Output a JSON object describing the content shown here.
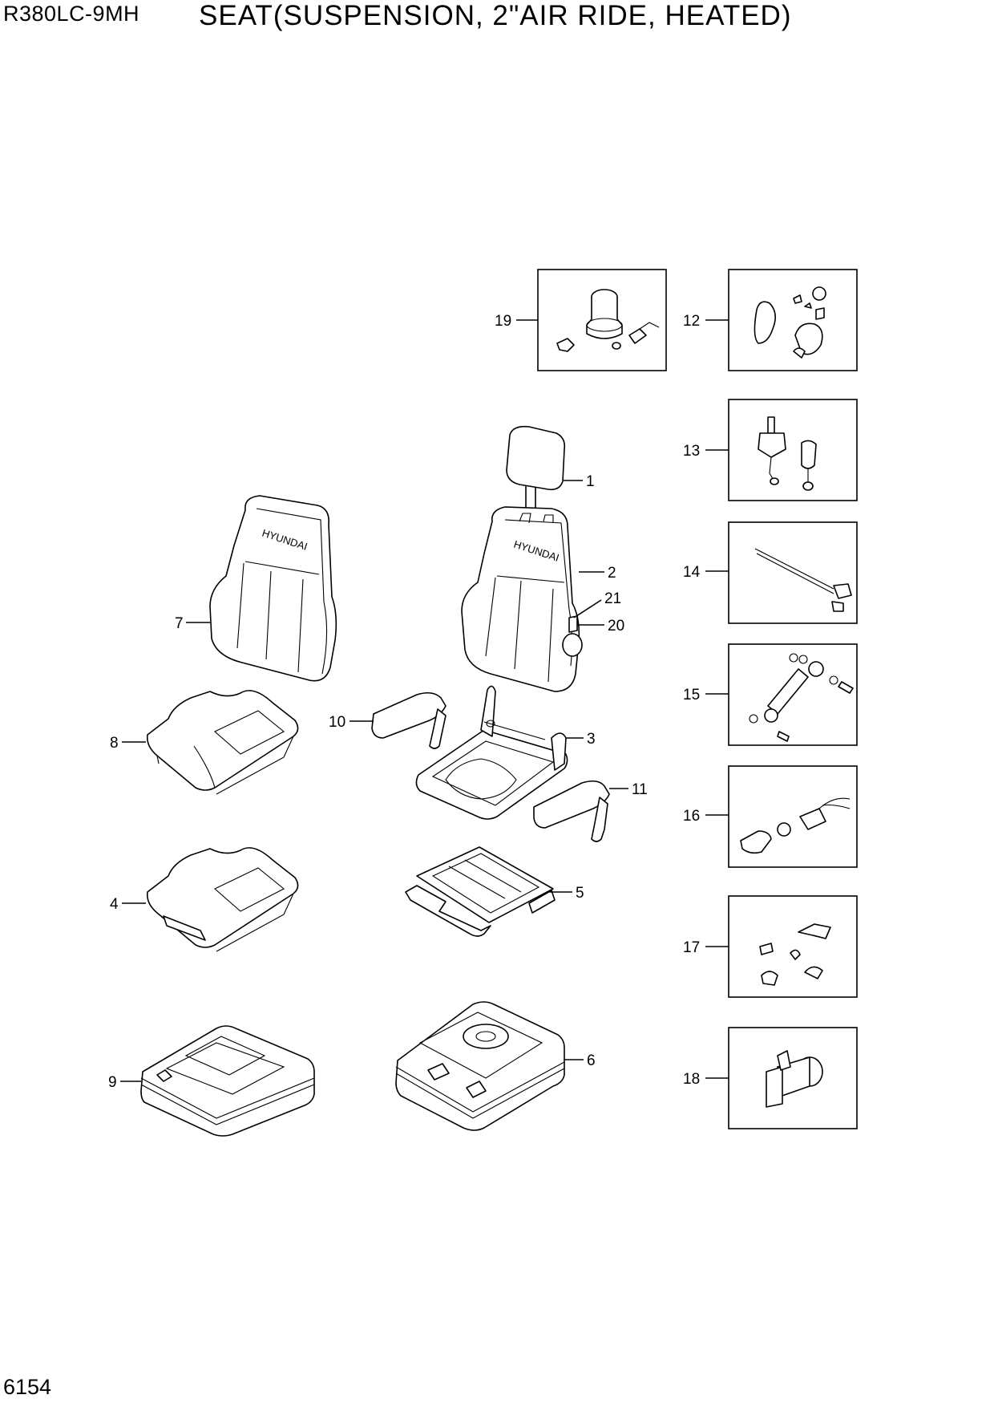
{
  "header": {
    "model": "R380LC-9MH",
    "title": "SEAT(SUSPENSION, 2\"AIR RIDE, HEATED)"
  },
  "footer": {
    "page_number": "6154"
  },
  "callouts": [
    "1",
    "2",
    "3",
    "4",
    "5",
    "6",
    "7",
    "8",
    "9",
    "10",
    "11",
    "12",
    "13",
    "14",
    "15",
    "16",
    "17",
    "18",
    "19",
    "20",
    "21"
  ],
  "brand_mark": "HYUNDAI"
}
